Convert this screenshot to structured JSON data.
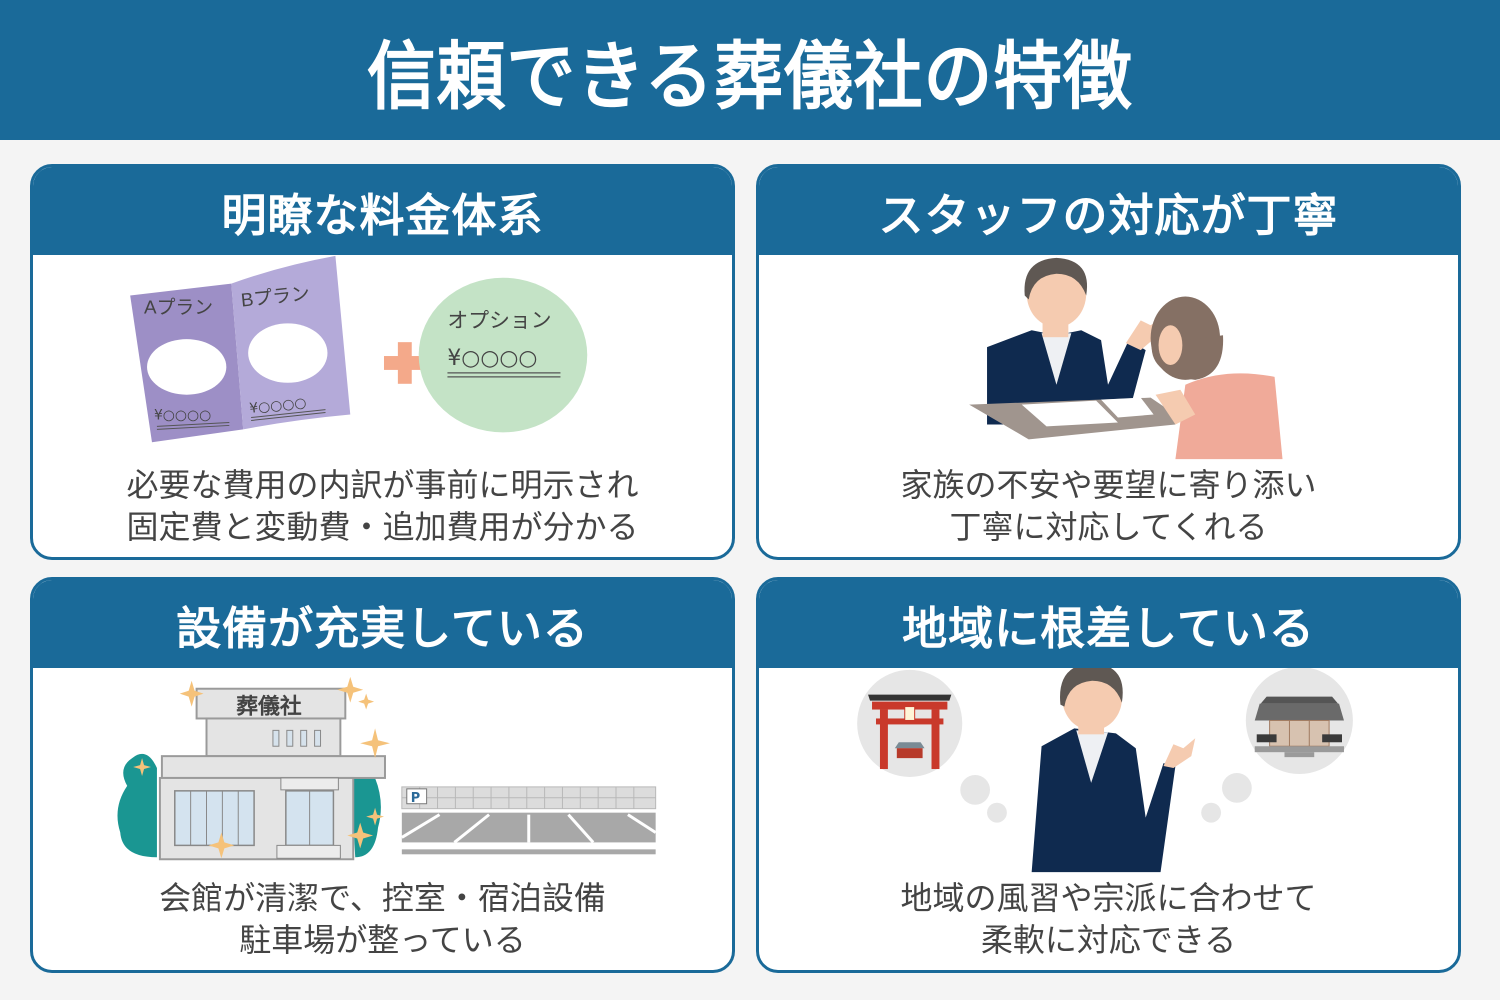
{
  "header": {
    "title": "信頼できる葬儀社の特徴",
    "background_color": "#1a6a99",
    "text_color": "#ffffff"
  },
  "page": {
    "background_color": "#f4f4f4"
  },
  "cards": [
    {
      "title": "明瞭な料金体系",
      "illustration": {
        "type": "pamphlet-plus-option",
        "pamphlet_left_label": "Aプラン",
        "pamphlet_right_label": "Bプラン",
        "pamphlet_price_left": "¥○○○○",
        "pamphlet_price_right": "¥○○○○",
        "plus_symbol": "+",
        "option_label": "オプション",
        "option_price": "¥○○○○",
        "colors": {
          "pamphlet": "#a99bd0",
          "plus": "#f4a98a",
          "option_circle": "#c4e3c6"
        }
      },
      "description": [
        "必要な費用の内訳が事前に明示され",
        "固定費と変動費・追加費用が分かる"
      ]
    },
    {
      "title": "スタッフの対応が丁寧",
      "illustration": {
        "type": "staff-consulting-customer",
        "colors": {
          "suit": "#0f2a4f",
          "customer_top": "#f0aa99",
          "desk": "#a0958e",
          "hair": "#6b5e57"
        }
      },
      "description": [
        "家族の不安や要望に寄り添い",
        "丁寧に対応してくれる"
      ]
    },
    {
      "title": "設備が充実している",
      "illustration": {
        "type": "funeral-hall-and-parking",
        "building_sign": "葬儀社",
        "parking_sign": "P",
        "colors": {
          "building": "#e4e4e4",
          "tree": "#1a9692",
          "sparkle": "#f5c27a",
          "parking": "#a8a8a8"
        }
      },
      "description": [
        "会館が清潔で、控室・宿泊設備",
        "駐車場が整っている"
      ]
    },
    {
      "title": "地域に根差している",
      "illustration": {
        "type": "staff-with-shrine-and-temple",
        "left_bubble": "shrine-torii",
        "right_bubble": "temple",
        "colors": {
          "torii": "#c9392b",
          "bubble": "#e6e6e6",
          "suit": "#0f2a4f",
          "temple_roof": "#6a6a6a"
        }
      },
      "description": [
        "地域の風習や宗派に合わせて",
        "柔軟に対応できる"
      ]
    }
  ]
}
